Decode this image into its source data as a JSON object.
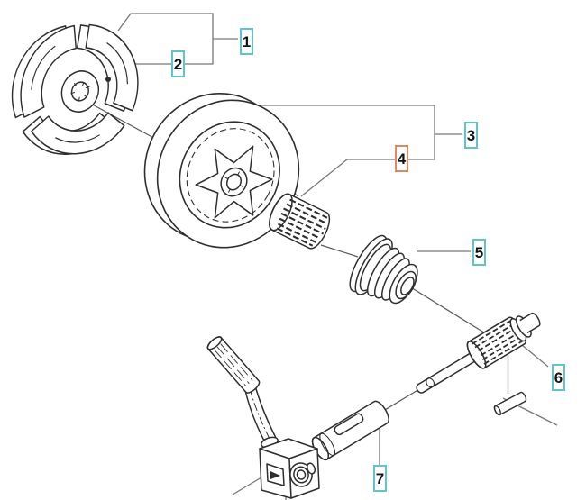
{
  "diagram": {
    "type": "exploded-parts-diagram",
    "background_color": "#ffffff",
    "drawing_line_color": "#2e2e2e",
    "leader_line_color": "#777777",
    "callout_style": {
      "border_default": "#5fc4cb",
      "border_highlighted": "#e0875f",
      "background": "#ffffff",
      "number_color": "#141414"
    },
    "callouts": [
      {
        "number": "1",
        "highlighted": false
      },
      {
        "number": "2",
        "highlighted": false
      },
      {
        "number": "3",
        "highlighted": false
      },
      {
        "number": "4",
        "highlighted": true
      },
      {
        "number": "5",
        "highlighted": false
      },
      {
        "number": "6",
        "highlighted": false
      },
      {
        "number": "7",
        "highlighted": false
      }
    ]
  }
}
